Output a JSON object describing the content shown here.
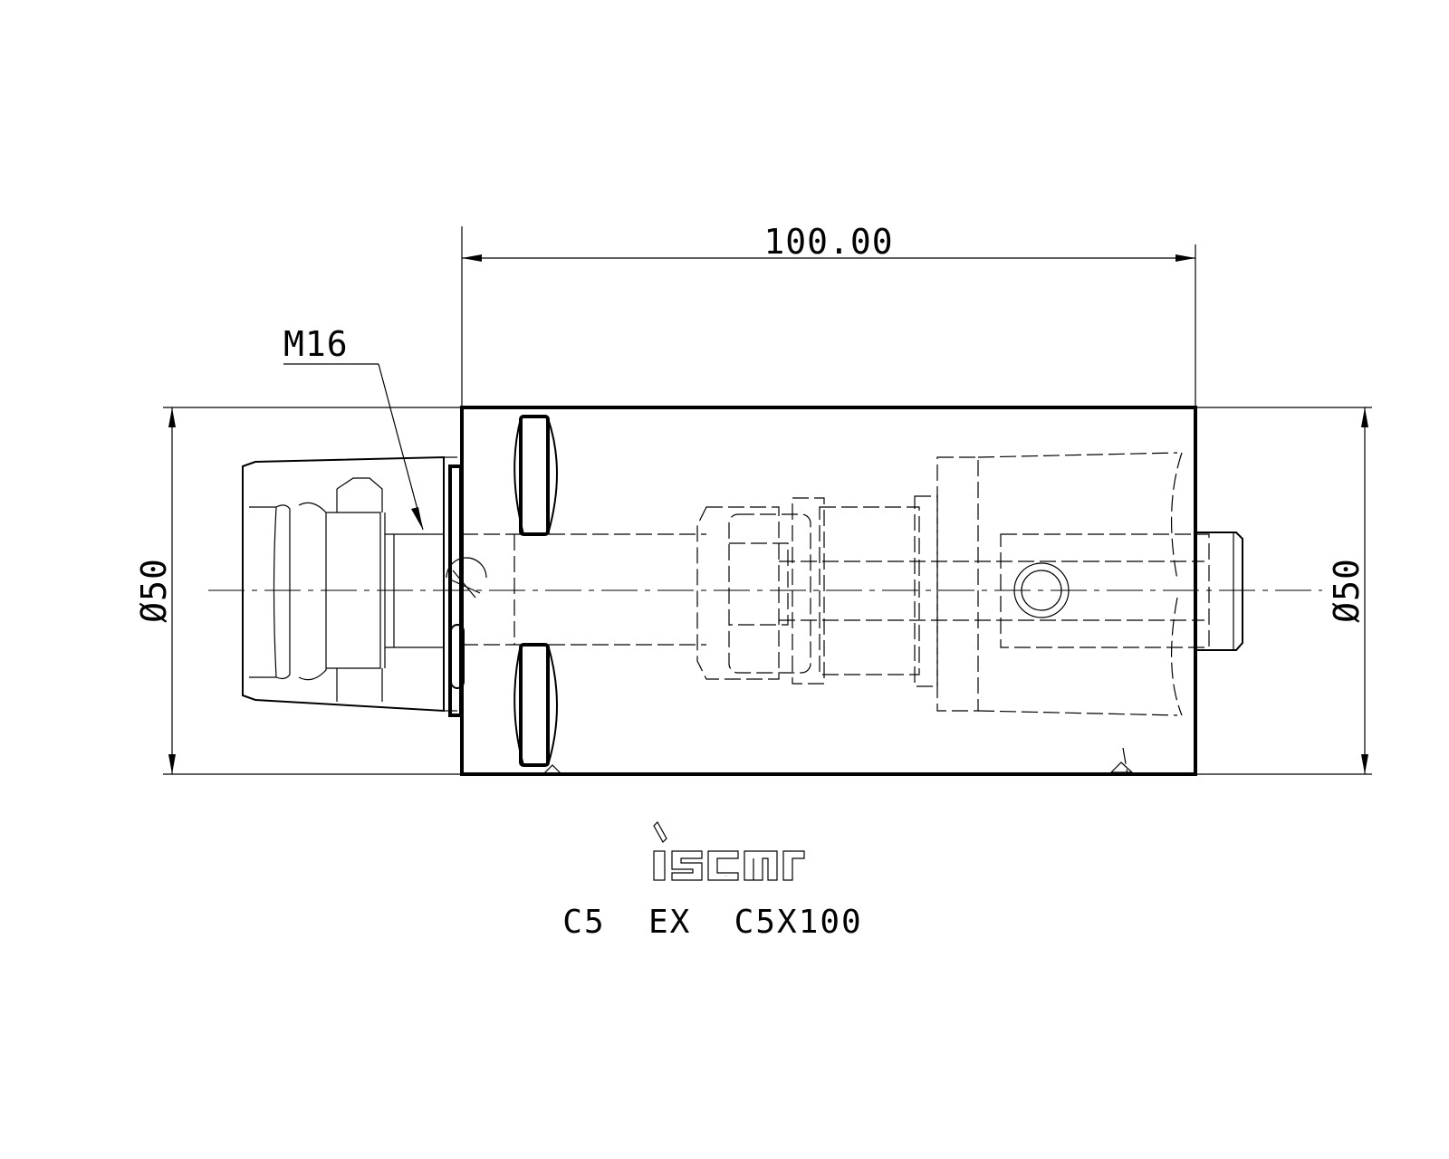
{
  "drawing": {
    "dimension_length": "100.00",
    "thread_label": "M16",
    "diameter_left": "Ø50",
    "diameter_right": "Ø50",
    "brand_logo": "iscar",
    "part_code": "C5  EX  C5X100"
  }
}
